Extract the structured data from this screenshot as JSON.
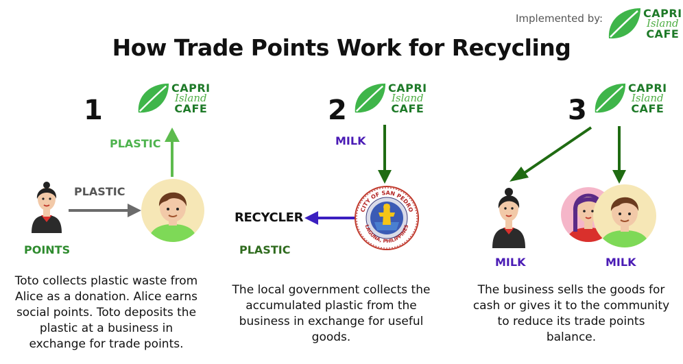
{
  "header": {
    "implemented_by": "Implemented by:",
    "title": "How Trade Points Work for Recycling"
  },
  "logo": {
    "line1": "CAPRI",
    "line2": "Island",
    "line3": "CAFE"
  },
  "steps": [
    {
      "number": "1",
      "label_up": "PLASTIC",
      "label_arrow": "PLASTIC",
      "label_points": "POINTS",
      "description": "Toto collects plastic waste from Alice  as a donation. Alice earns social points. Toto deposits the plastic at a business in exchange for trade points."
    },
    {
      "number": "2",
      "label_milk": "MILK",
      "recycler": "RECYCLER",
      "label_plastic": "PLASTIC",
      "seal_text_top": "CITY OF SAN PEDRO",
      "seal_text_bottom": "LAGUNA, PHILIPPINES",
      "description": "The local government collects the accumulated plastic from the business in exchange for useful goods."
    },
    {
      "number": "3",
      "label_milk_left": "MILK",
      "label_milk_right": "MILK",
      "description": "The business sells the goods for cash or gives it to the community to reduce its trade points balance."
    }
  ],
  "colors": {
    "brand_green": "#1e7a28",
    "leaf_green": "#3fb54a",
    "arrow_dark_green": "#1f6b12",
    "arrow_light_green": "#5dbb4e",
    "arrow_gray": "#6b6b6b",
    "arrow_purple": "#3b1fc0",
    "label_purple": "#4a1bb5"
  }
}
